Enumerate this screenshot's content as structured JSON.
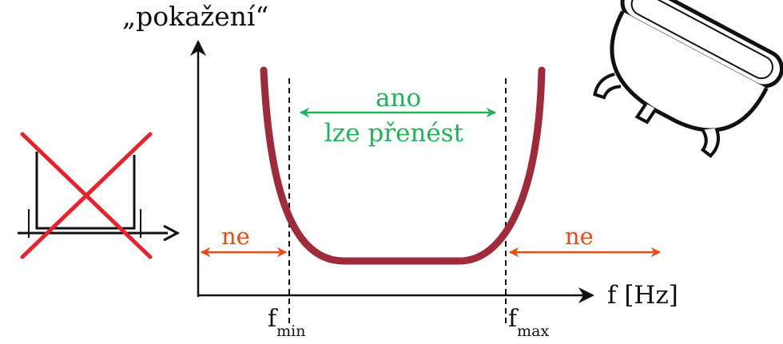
{
  "diagram": {
    "y_axis_label": "„pokažení“",
    "x_axis_label": "f [Hz]",
    "fmin": {
      "base": "f",
      "sub": "min"
    },
    "fmax": {
      "base": "f",
      "sub": "max"
    },
    "pass_band": {
      "line1": "ano",
      "line2": "lze přenést"
    },
    "reject_left": "ne",
    "reject_right": "ne"
  },
  "colors": {
    "curve": "#9e2a3a",
    "pass": "#1fb556",
    "reject": "#ee4a14",
    "cross": "#e8212b",
    "ink": "#111111"
  },
  "icons": [
    "bathtub-icon",
    "crossed-out-rectangular-response-icon"
  ]
}
